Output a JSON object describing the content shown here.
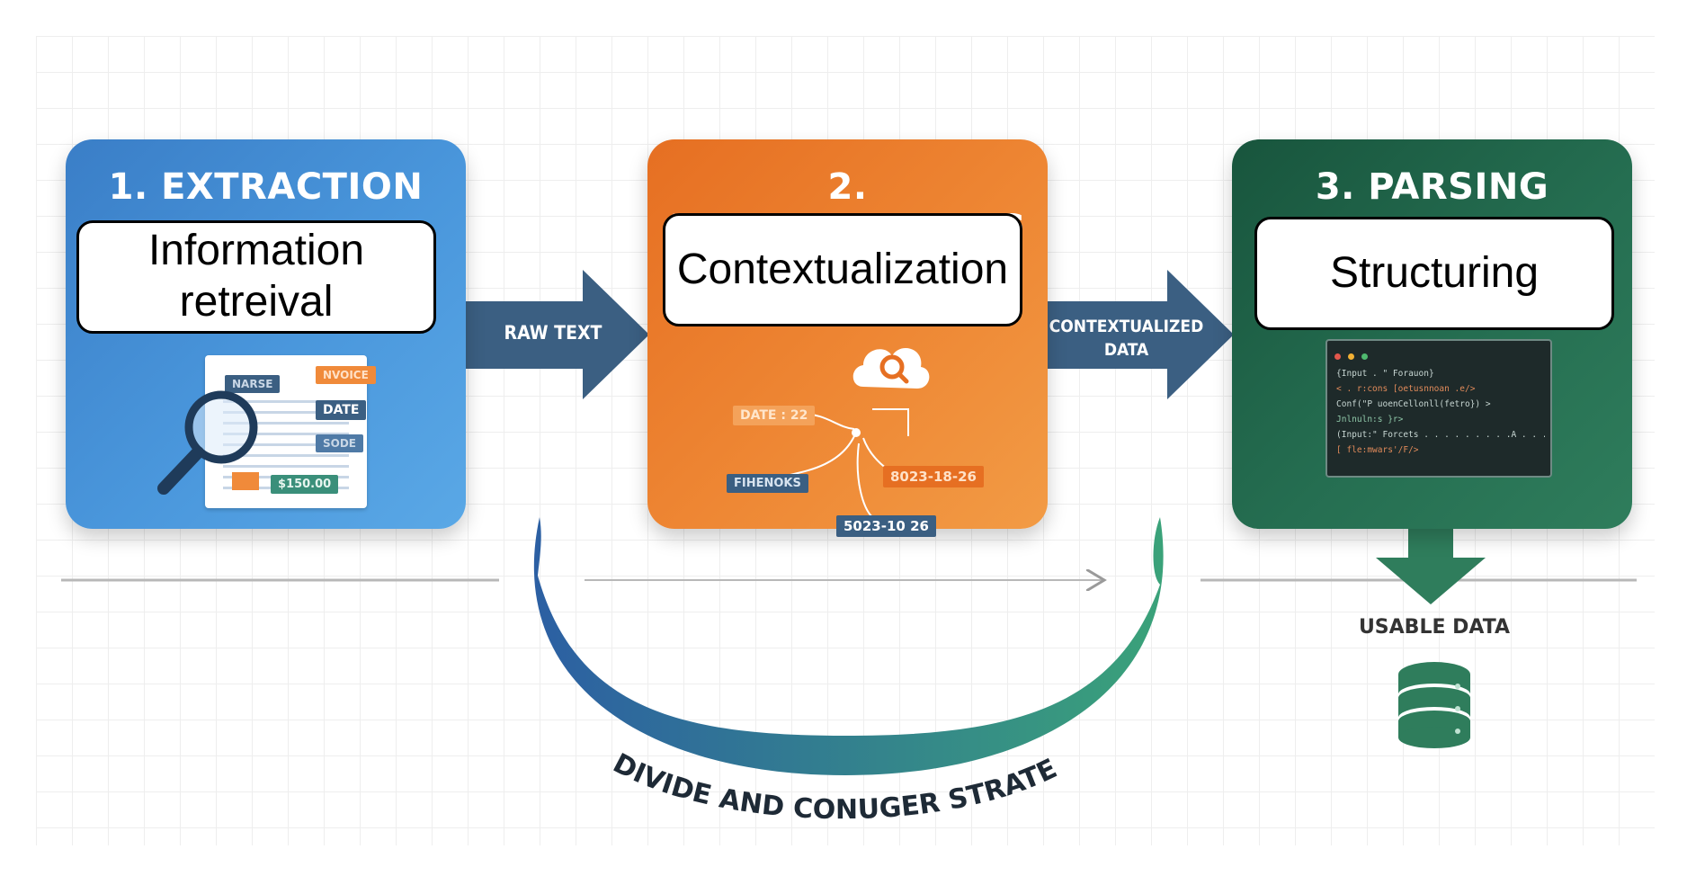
{
  "stages": [
    {
      "title": "1. EXTRACTION",
      "label_line1": "Information",
      "label_line2": "retreival"
    },
    {
      "title": "2. UNDERSTANDING",
      "label": "Contextualization"
    },
    {
      "title": "3. PARSING",
      "label": "Structuring"
    }
  ],
  "connectors": {
    "arrow1_label": "RAW TEXT",
    "arrow2_label_line1": "CONTEXTUALIZED",
    "arrow2_label_line2": "DATA",
    "output_label": "USABLE DATA"
  },
  "illustration1": {
    "tags": [
      "NARSE",
      "NVOICE",
      "DATE",
      "SODE",
      "$150.00"
    ]
  },
  "illustration2": {
    "tags": [
      "DATE : 22",
      "FIHENOKS",
      "8023-18-26",
      "5023-10 26"
    ]
  },
  "illustration3": {
    "code_lines": [
      "{Input . \" Forauon}",
      "< . r:cons [oetusnnoan .e/>",
      "Conf(\"P uoenCellonll(fetro}) >",
      "Jnlnuln:s }r>",
      "(Input:\" Forcets . . . . . . . . .A . . . ?",
      "[ fle:mwars'/F/>"
    ]
  },
  "strategy_label": "DIVIDE AND CONUGER STRATEGY",
  "colors": {
    "extraction": "#3a7ec7",
    "understanding": "#ee8734",
    "parsing": "#256e51",
    "arrow": "#3b5f82"
  }
}
